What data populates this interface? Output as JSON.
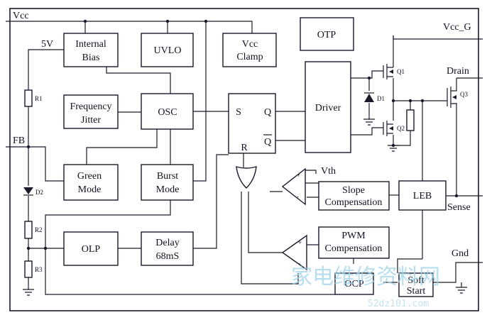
{
  "pins": {
    "vcc": "Vcc",
    "five_v": "5V",
    "fb": "FB",
    "vcc_g": "Vcc_G",
    "drain": "Drain",
    "sense": "Sense",
    "gnd": "Gnd",
    "vth": "Vth"
  },
  "blocks": {
    "internal_bias": [
      "Internal",
      "Bias"
    ],
    "uvlo": "UVLO",
    "vcc_clamp": [
      "Vcc",
      "Clamp"
    ],
    "otp": "OTP",
    "frequency_jitter": [
      "Frequency",
      "Jitter"
    ],
    "osc": "OSC",
    "driver": "Driver",
    "green_mode": [
      "Green",
      "Mode"
    ],
    "burst_mode": [
      "Burst",
      "Mode"
    ],
    "olp": "OLP",
    "delay": [
      "Delay",
      "68mS"
    ],
    "slope_compensation": [
      "Slope",
      "Compensation"
    ],
    "leb": "LEB",
    "pwm_compensation": [
      "PWM",
      "Compensation"
    ],
    "ocp": "OCP",
    "soft_start": [
      "Soft",
      "Start"
    ]
  },
  "flipflop": {
    "s": "S",
    "q": "Q",
    "r": "R",
    "qbar": "Q"
  },
  "components": {
    "r1": "R1",
    "r2": "R2",
    "r3": "R3",
    "d1": "D1",
    "d2": "D2",
    "q1": "Q1",
    "q2": "Q2",
    "q3": "Q3"
  },
  "watermark": {
    "cn": "家电维修资料网",
    "url": "52dz101.com"
  },
  "colors": {
    "line": "#1a1a2a",
    "watermark": "#9fd4ea"
  }
}
